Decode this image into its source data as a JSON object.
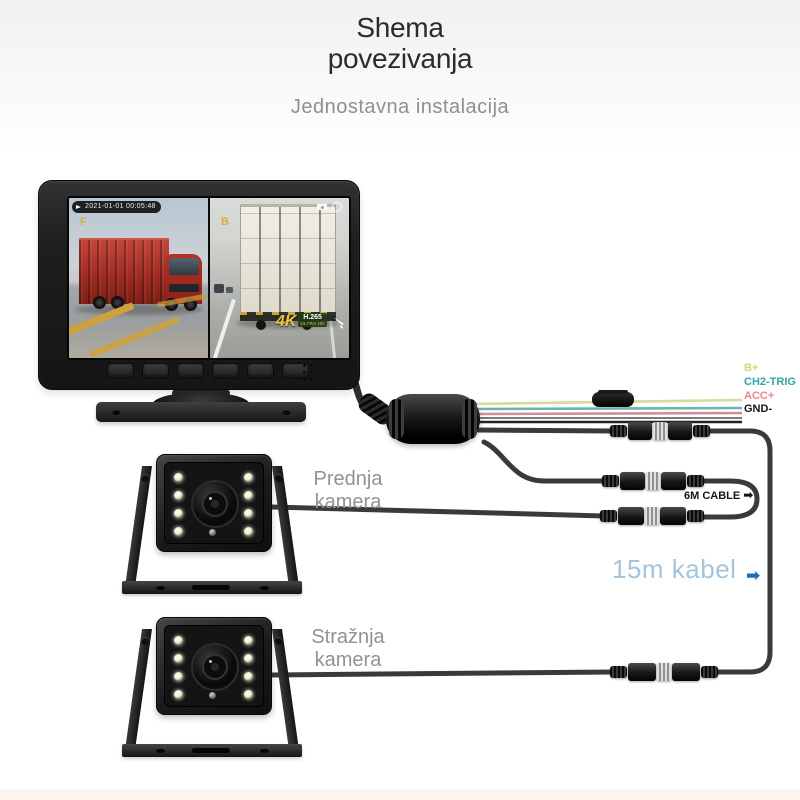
{
  "header": {
    "title_line1": "Shema",
    "title_line2": "povezivanja",
    "subtitle": "Jednostavna instalacija"
  },
  "monitor": {
    "front_view": {
      "channel_label": "F",
      "timestamp": "2021-01-01 00:05:48"
    },
    "rear_view": {
      "channel_label": "B",
      "badge_resolution": "4K",
      "badge_codec": "H.265",
      "badge_subtitle": "ULTRA HD"
    }
  },
  "harness": {
    "wire_labels": [
      {
        "text": "B+",
        "color": "#d4d474"
      },
      {
        "text": "CH2-TRIG",
        "color": "#37a3a3"
      },
      {
        "text": "ACC+",
        "color": "#ee8294"
      },
      {
        "text": "GND-",
        "color": "#161616"
      }
    ],
    "cable_6m_label": "6M CABLE",
    "cable_15m_label": "15m kabel",
    "arrow_glyph": "➡",
    "cable_15m_text_color": "#a4c4db",
    "cable_15m_arrow_color": "#1b6fc2"
  },
  "cameras": {
    "front": {
      "label_line1": "Prednja",
      "label_line2": "kamera"
    },
    "rear": {
      "label_line1": "Stražnja",
      "label_line2": "kamera"
    }
  }
}
